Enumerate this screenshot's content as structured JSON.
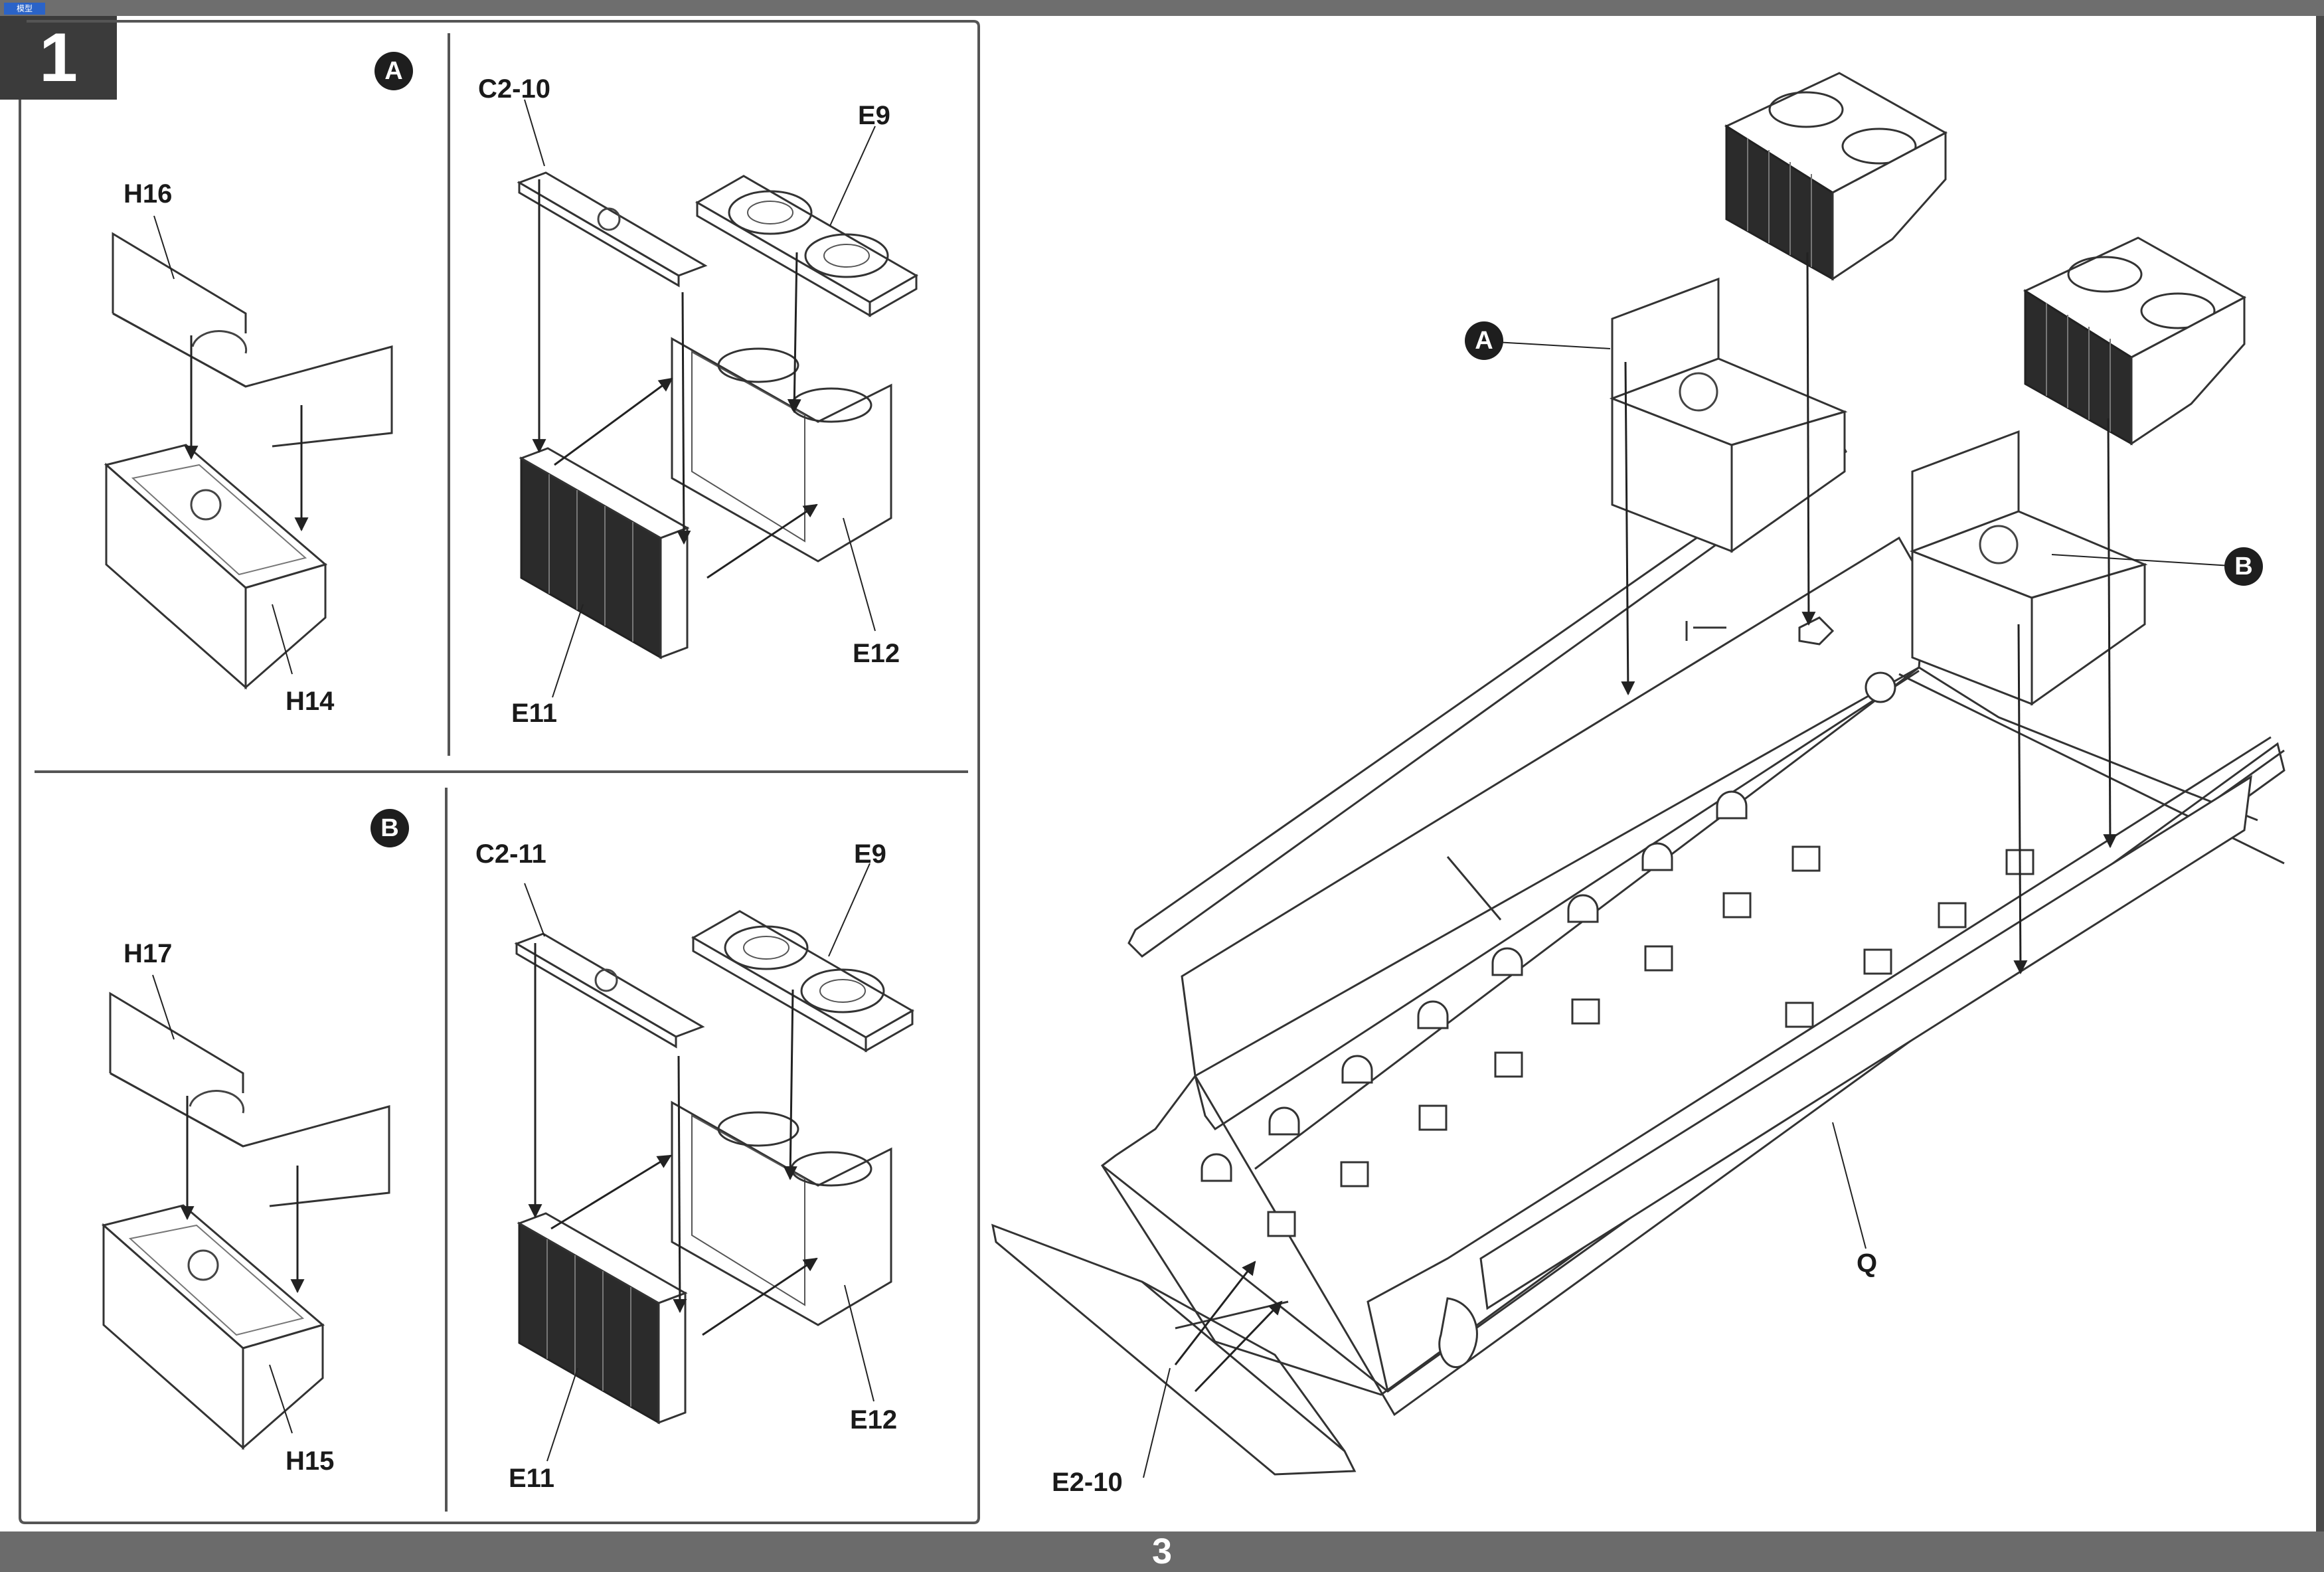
{
  "page": {
    "step_number": "1",
    "page_number": "3",
    "logo_text": "模型"
  },
  "callouts": {
    "a": "A",
    "b": "B"
  },
  "parts": {
    "h16": "H16",
    "h14": "H14",
    "h17": "H17",
    "h15": "H15",
    "c2_10": "C2-10",
    "c2_11": "C2-11",
    "e9": "E9",
    "e11": "E11",
    "e12": "E12",
    "e2_10": "E2-10",
    "q": "Q"
  },
  "colors": {
    "line": "#333333",
    "grille": "#2b2b2b",
    "frame": "#555555",
    "bar": "#6b6b6b"
  }
}
